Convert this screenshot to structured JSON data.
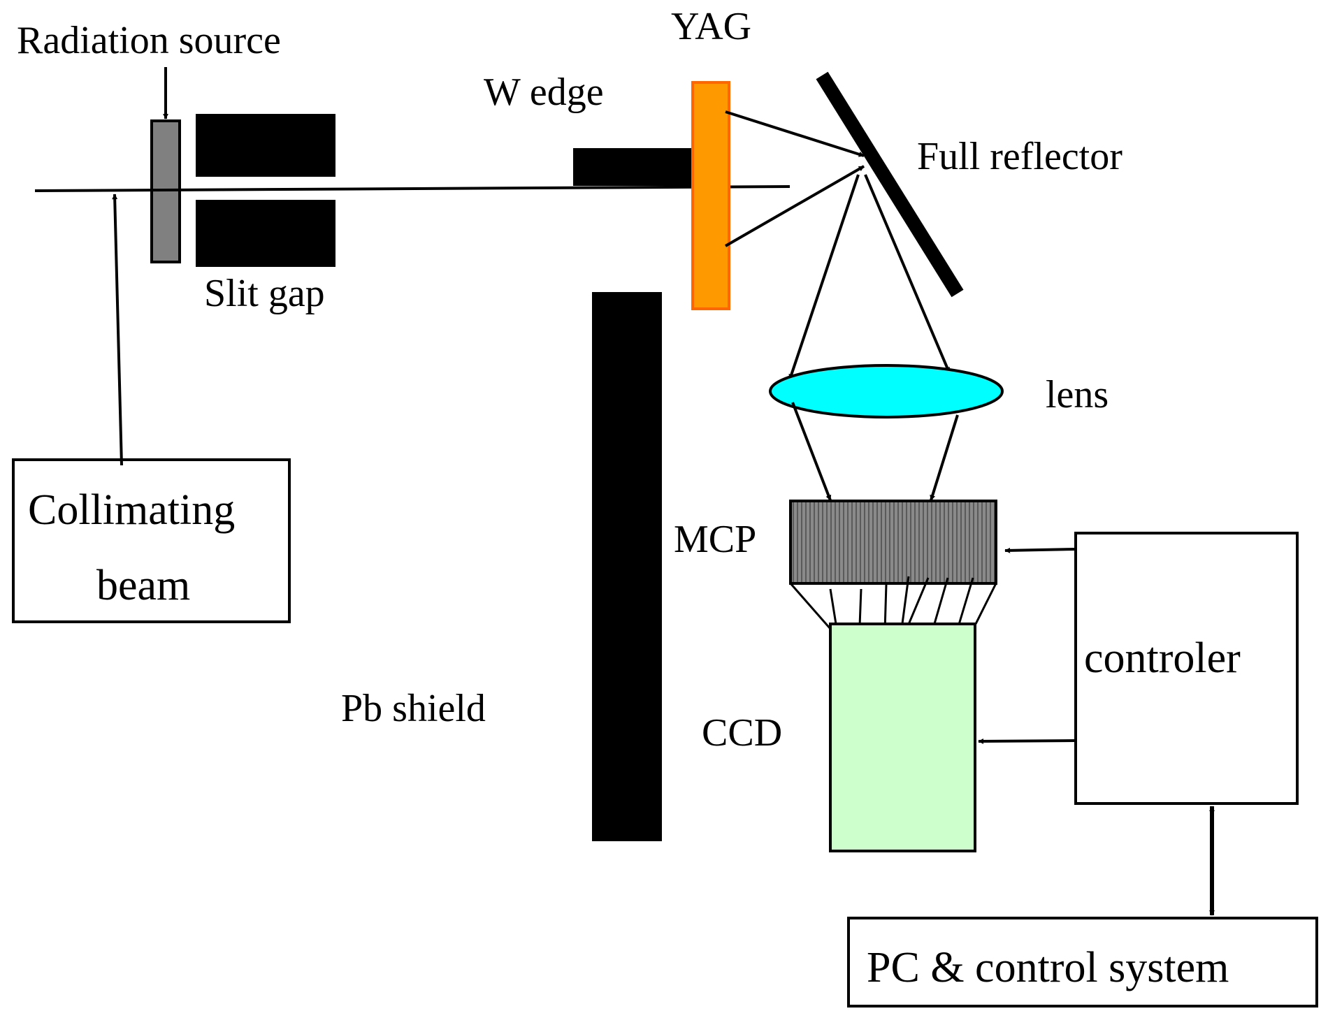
{
  "labels": {
    "radiation_source": "Radiation source",
    "yag": "YAG",
    "w_edge": "W edge",
    "full_reflector": "Full reflector",
    "slit_gap": "Slit gap",
    "lens": "lens",
    "collimating_line1": "Collimating",
    "collimating_line2": "beam",
    "mcp": "MCP",
    "pb_shield": "Pb shield",
    "controller": "controler",
    "ccd": "CCD",
    "pc_system": "PC & control system"
  },
  "colors": {
    "yag": "#FF9900",
    "yag_border": "#FF6600",
    "lens": "#00FFFF",
    "ccd": "#CCFFCC",
    "mcp": "#808080",
    "source": "#808080",
    "shield": "#000000",
    "line": "#000000"
  }
}
